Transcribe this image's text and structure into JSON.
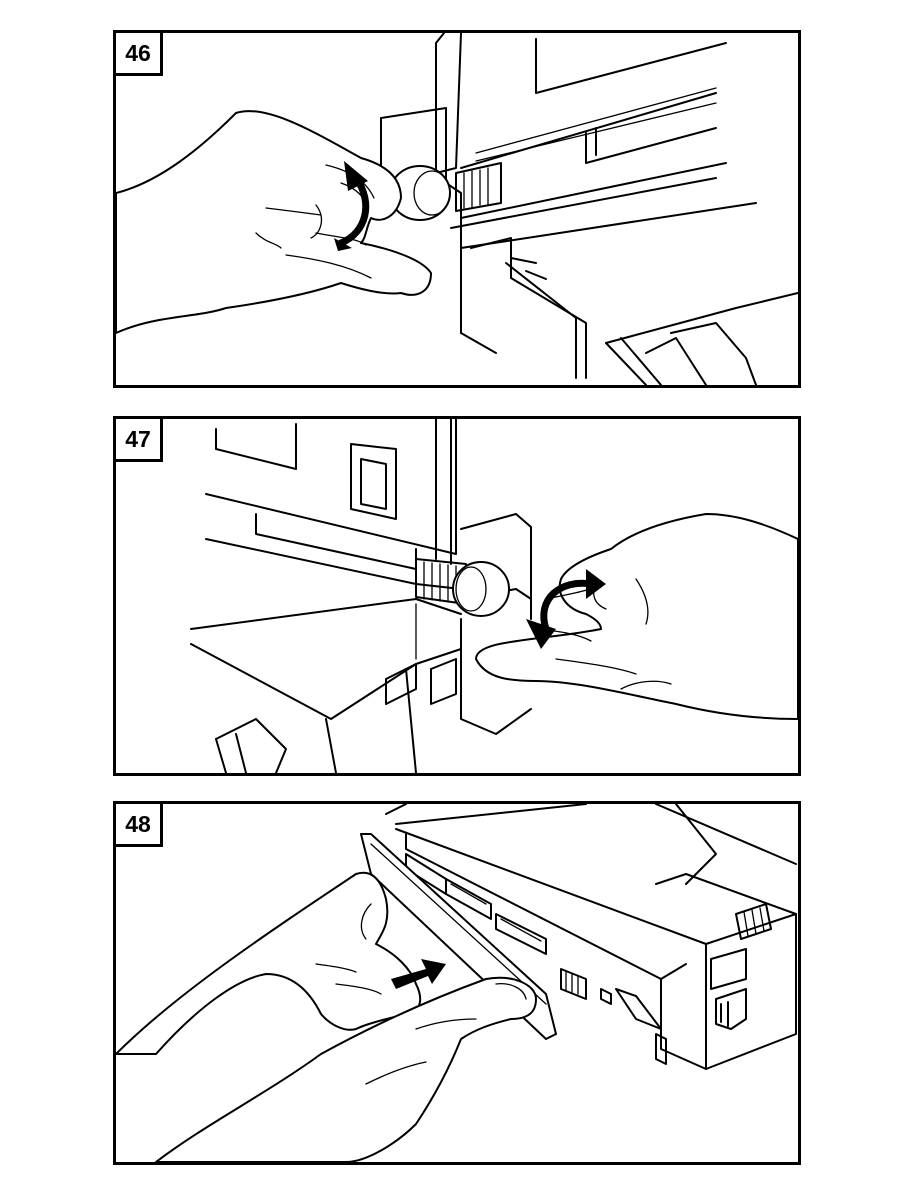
{
  "steps": [
    {
      "number": "46",
      "illustration": "hand-turning-knob-counterclockwise",
      "arrow": "curved-up"
    },
    {
      "number": "47",
      "illustration": "hand-turning-knob-clockwise",
      "arrow": "curved-down"
    },
    {
      "number": "48",
      "illustration": "hands-removing-rear-cover",
      "arrow": "straight-left"
    }
  ],
  "colors": {
    "ink": "#000000",
    "paper": "#ffffff"
  }
}
